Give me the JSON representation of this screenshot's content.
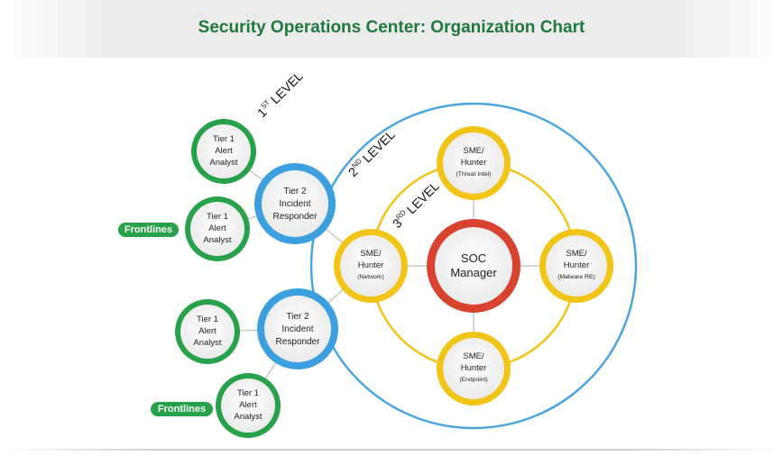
{
  "title": "Security Operations Center: Organization Chart",
  "levels": {
    "first": {
      "num": "1",
      "sup": "ST",
      "word": "LEVEL"
    },
    "second": {
      "num": "2",
      "sup": "ND",
      "word": "LEVEL"
    },
    "third": {
      "num": "3",
      "sup": "RD",
      "word": "LEVEL"
    }
  },
  "frontlines": [
    "Frontlines",
    "Frontlines"
  ],
  "tier1": [
    {
      "l1": "Tier 1",
      "l2": "Alert",
      "l3": "Analyst"
    },
    {
      "l1": "Tier 1",
      "l2": "Alert",
      "l3": "Analyst"
    },
    {
      "l1": "Tier 1",
      "l2": "Alert",
      "l3": "Analyst"
    },
    {
      "l1": "Tier 1",
      "l2": "Alert",
      "l3": "Analyst"
    }
  ],
  "tier2": [
    {
      "l1": "Tier 2",
      "l2": "Incident",
      "l3": "Responder"
    },
    {
      "l1": "Tier 2",
      "l2": "Incident",
      "l3": "Responder"
    }
  ],
  "sme": [
    {
      "l1": "SME/",
      "l2": "Hunter",
      "sub": "(Threat Intel)"
    },
    {
      "l1": "SME/",
      "l2": "Hunter",
      "sub": "(Network)"
    },
    {
      "l1": "SME/",
      "l2": "Hunter",
      "sub": "(Malware RE)"
    },
    {
      "l1": "SME/",
      "l2": "Hunter",
      "sub": "(Endpoint)"
    }
  ],
  "soc": {
    "l1": "SOC",
    "l2": "Manager"
  },
  "colors": {
    "tier1": "#27a24a",
    "tier2": "#3b9fe0",
    "sme": "#f2c418",
    "soc": "#d9432e",
    "outer_circle": "#4aa6dd",
    "inner_circle": "#f2c418",
    "connector": "#c8c8c8",
    "title": "#1e7a3c"
  }
}
